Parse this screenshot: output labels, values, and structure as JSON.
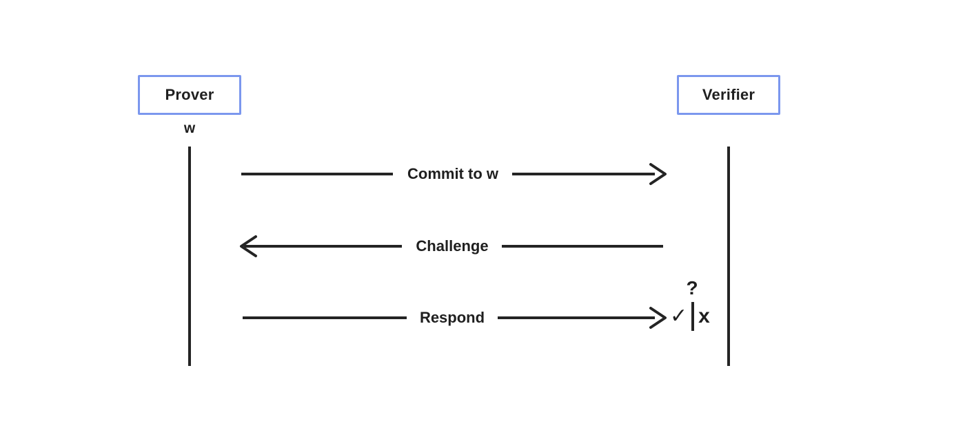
{
  "diagram": {
    "type": "sequence",
    "actors": [
      {
        "id": "prover",
        "label": "Prover",
        "secret_label": "w"
      },
      {
        "id": "verifier",
        "label": "Verifier"
      }
    ],
    "messages": [
      {
        "from": "prover",
        "to": "verifier",
        "direction": "right",
        "label": "Commit to w"
      },
      {
        "from": "verifier",
        "to": "prover",
        "direction": "left",
        "label": "Challenge"
      },
      {
        "from": "prover",
        "to": "verifier",
        "direction": "right",
        "label": "Respond"
      }
    ],
    "verification": {
      "question": "?",
      "accept": "✓",
      "divider": "|",
      "reject": "x"
    },
    "colors": {
      "actor_border": "#7b97ee",
      "stroke": "#242424",
      "text": "#1f1f1f",
      "background": "#ffffff"
    }
  }
}
